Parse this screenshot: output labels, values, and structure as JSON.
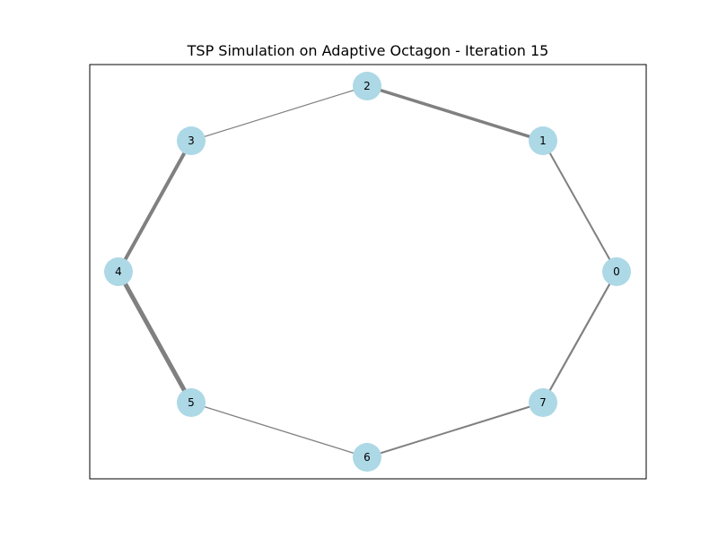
{
  "title": "TSP Simulation on Adaptive Octagon - Iteration 15",
  "colors": {
    "node_fill": "#add8e6",
    "edge": "#808080",
    "frame": "#000000",
    "background": "#ffffff"
  },
  "nodes": [
    {
      "id": "0",
      "label": "0"
    },
    {
      "id": "1",
      "label": "1"
    },
    {
      "id": "2",
      "label": "2"
    },
    {
      "id": "3",
      "label": "3"
    },
    {
      "id": "4",
      "label": "4"
    },
    {
      "id": "5",
      "label": "5"
    },
    {
      "id": "6",
      "label": "6"
    },
    {
      "id": "7",
      "label": "7"
    }
  ],
  "edges": [
    {
      "from": "0",
      "to": "1",
      "weight": 2
    },
    {
      "from": "1",
      "to": "2",
      "weight": 3.5
    },
    {
      "from": "2",
      "to": "3",
      "weight": 1.2
    },
    {
      "from": "3",
      "to": "4",
      "weight": 4
    },
    {
      "from": "4",
      "to": "5",
      "weight": 5
    },
    {
      "from": "5",
      "to": "6",
      "weight": 1.3
    },
    {
      "from": "6",
      "to": "7",
      "weight": 2
    },
    {
      "from": "7",
      "to": "0",
      "weight": 2.2
    }
  ]
}
